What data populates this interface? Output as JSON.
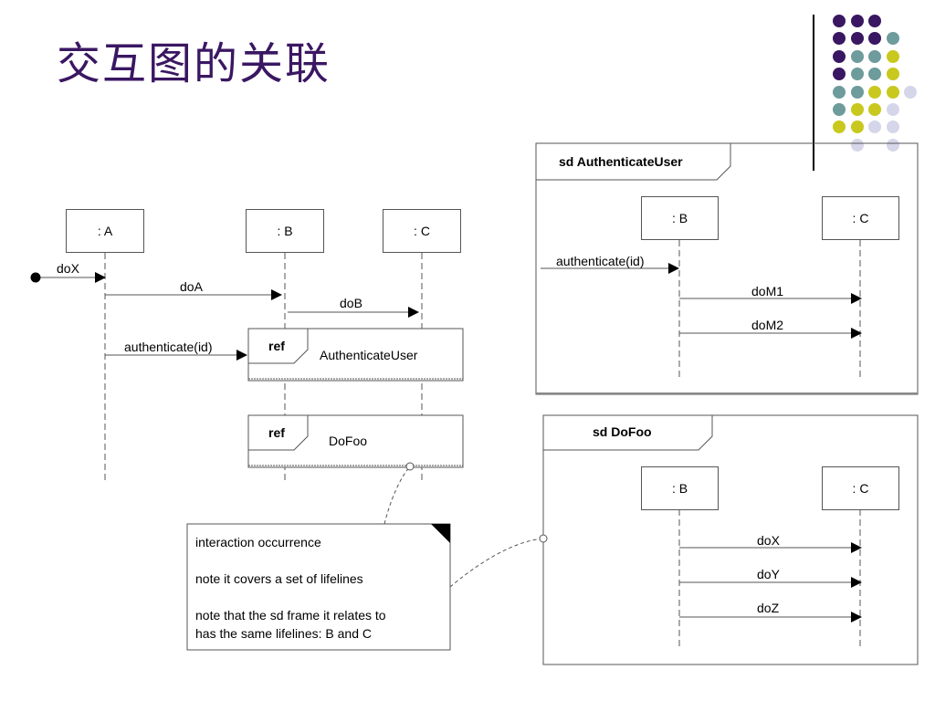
{
  "slide": {
    "title": "交互图的关联",
    "colors": {
      "title": "#3a1762",
      "purple": "#3a1762",
      "teal": "#6e9b9b",
      "yellow": "#c9c81e",
      "lavender": "#d6d6ea"
    }
  },
  "main": {
    "lifelines": {
      "a": ": A",
      "b": ": B",
      "c": ": C"
    },
    "messages": {
      "dox": "doX",
      "doa": "doA",
      "dob": "doB",
      "auth": "authenticate(id)"
    },
    "ref1": {
      "keyword": "ref",
      "name": "AuthenticateUser"
    },
    "ref2": {
      "keyword": "ref",
      "name": "DoFoo"
    }
  },
  "frame_auth": {
    "title": "sd AuthenticateUser",
    "lifelines": {
      "b": ": B",
      "c": ": C"
    },
    "messages": {
      "auth": "authenticate(id)",
      "m1": "doM1",
      "m2": "doM2"
    }
  },
  "frame_dofoo": {
    "title": "sd DoFoo",
    "lifelines": {
      "b": ": B",
      "c": ": C"
    },
    "messages": {
      "x": "doX",
      "y": "doY",
      "z": "doZ"
    }
  },
  "note": {
    "line1": "interaction occurrence",
    "line2": "note it covers a set of lifelines",
    "line3": "note that the sd frame it relates to",
    "line4": "has the same lifelines: B and C"
  }
}
